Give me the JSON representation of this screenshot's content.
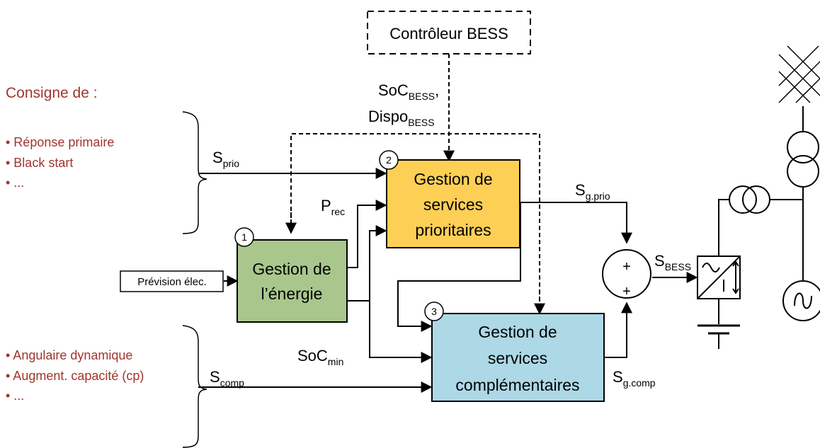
{
  "controller": {
    "label": "Contrôleur BESS"
  },
  "soc_signal": {
    "main": "SoC",
    "sub": "BESS",
    "suffix": ","
  },
  "dispo_signal": {
    "main": "Dispo",
    "sub": "BESS"
  },
  "consigne": {
    "title": "Consigne de :",
    "group1": [
      "• Réponse primaire",
      "• Black start",
      "• ..."
    ],
    "group2": [
      "• Angulaire dynamique",
      "• Augment. capacité (cp)",
      "• ..."
    ]
  },
  "signals": {
    "s_prio": {
      "main": "S",
      "sub": "prio"
    },
    "p_rec": {
      "main": "P",
      "sub": "rec"
    },
    "s_g_prio": {
      "main": "S",
      "sub": "g.prio"
    },
    "s_bess": {
      "main": "S",
      "sub": "BESS"
    },
    "soc_min": {
      "main": "SoC",
      "sub": "min"
    },
    "s_comp": {
      "main": "S",
      "sub": "comp"
    },
    "s_g_comp": {
      "main": "S",
      "sub": "g.comp"
    }
  },
  "prevision": {
    "label": "Prévision élec."
  },
  "blocks": {
    "energie": {
      "number": "1",
      "line1": "Gestion de",
      "line2": "l’énergie",
      "color": "#a9c68c"
    },
    "prioritaires": {
      "number": "2",
      "line1": "Gestion de",
      "line2": "services",
      "line3": "prioritaires",
      "color": "#fdcf55"
    },
    "complementaires": {
      "number": "3",
      "line1": "Gestion de",
      "line2": "services",
      "line3": "complémentaires",
      "color": "#add8e6"
    }
  },
  "summer": {
    "plus_top": "+",
    "plus_bottom": "+"
  }
}
